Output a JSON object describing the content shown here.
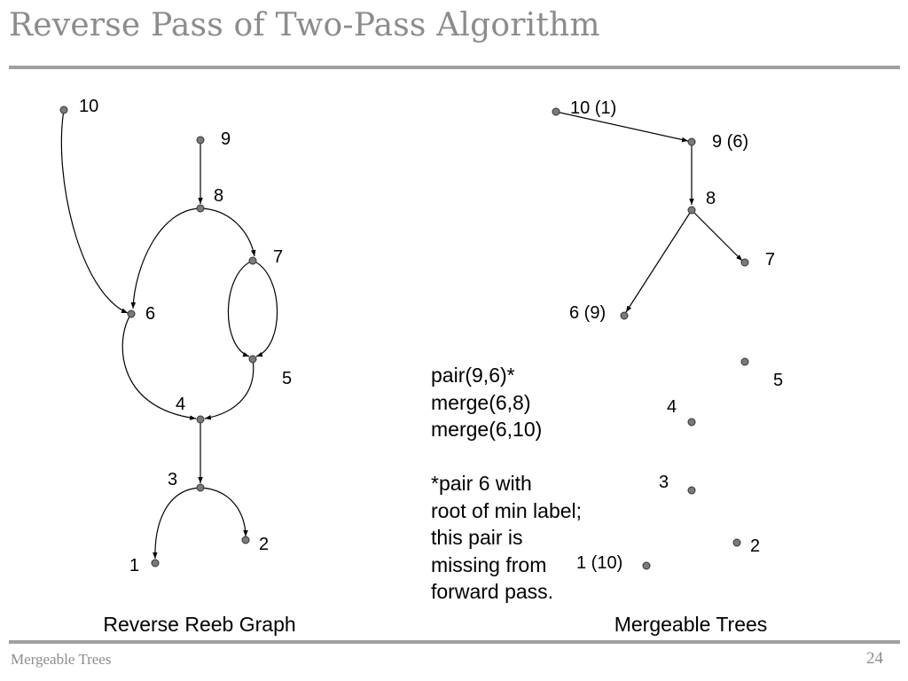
{
  "slide": {
    "title": "Reverse Pass of Two-Pass Algorithm",
    "footer_left": "Mergeable Trees",
    "page_number": "24"
  },
  "reeb_graph": {
    "caption": "Reverse Reeb Graph",
    "nodes": [
      {
        "id": "n10",
        "label": "10"
      },
      {
        "id": "n9",
        "label": "9"
      },
      {
        "id": "n8",
        "label": "8"
      },
      {
        "id": "n7",
        "label": "7"
      },
      {
        "id": "n6",
        "label": "6"
      },
      {
        "id": "n5",
        "label": "5"
      },
      {
        "id": "n4",
        "label": "4"
      },
      {
        "id": "n3",
        "label": "3"
      },
      {
        "id": "n2",
        "label": "2"
      },
      {
        "id": "n1",
        "label": "1"
      }
    ],
    "edges": [
      {
        "from": "10",
        "to": "6"
      },
      {
        "from": "9",
        "to": "8"
      },
      {
        "from": "8",
        "to": "7"
      },
      {
        "from": "8",
        "to": "6"
      },
      {
        "from": "7",
        "to": "5"
      },
      {
        "from": "7",
        "to": "5"
      },
      {
        "from": "6",
        "to": "4"
      },
      {
        "from": "5",
        "to": "4"
      },
      {
        "from": "4",
        "to": "3"
      },
      {
        "from": "3",
        "to": "1"
      },
      {
        "from": "3",
        "to": "2"
      }
    ]
  },
  "mergeable_trees": {
    "caption": "Mergeable Trees",
    "nodes": [
      {
        "id": "m10",
        "label": "10 (1)"
      },
      {
        "id": "m9",
        "label": "9 (6)"
      },
      {
        "id": "m8",
        "label": "8"
      },
      {
        "id": "m7",
        "label": "7"
      },
      {
        "id": "m6",
        "label": "6 (9)"
      },
      {
        "id": "m5",
        "label": "5"
      },
      {
        "id": "m4",
        "label": "4"
      },
      {
        "id": "m3",
        "label": "3"
      },
      {
        "id": "m2",
        "label": "2"
      },
      {
        "id": "m1",
        "label": "1 (10)"
      }
    ],
    "edges": [
      {
        "from": "10",
        "to": "9"
      },
      {
        "from": "9",
        "to": "8"
      },
      {
        "from": "8",
        "to": "7"
      },
      {
        "from": "8",
        "to": "6"
      }
    ]
  },
  "notes": {
    "operations": [
      "pair(9,6)*",
      "merge(6,8)",
      "merge(6,10)"
    ],
    "footnote": [
      "*pair 6 with",
      "root of min label;",
      "this pair is",
      "missing from",
      "forward pass."
    ]
  }
}
